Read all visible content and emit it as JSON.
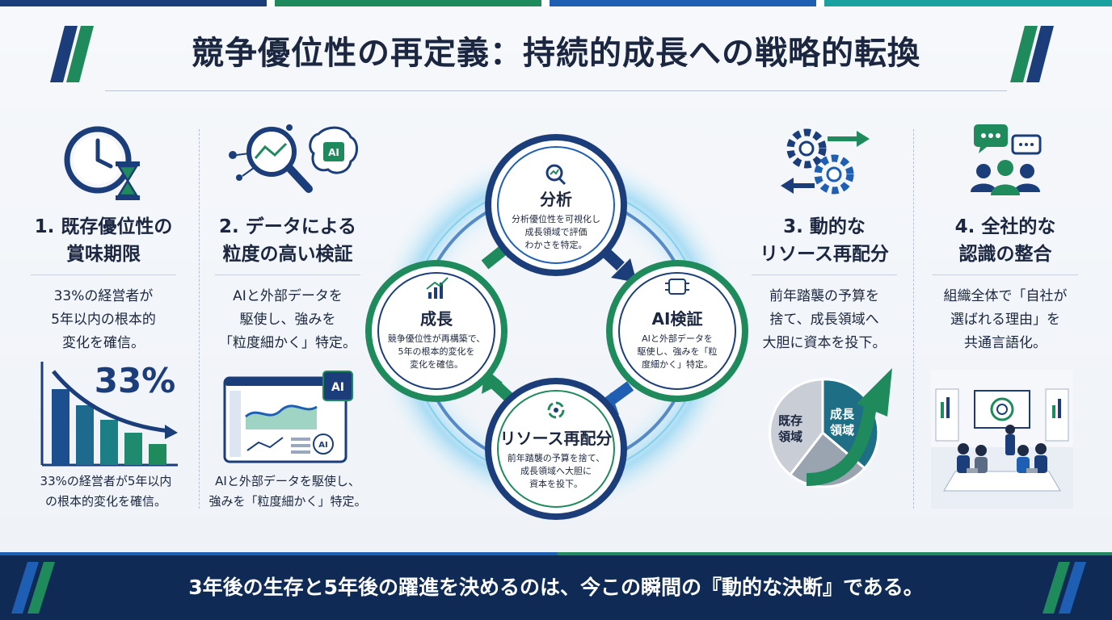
{
  "title": "競争優位性の再定義：持続的成長への戦略的転換",
  "colors": {
    "navy": "#1b3d7a",
    "blue": "#1f5fb3",
    "green": "#1f8a5c",
    "teal": "#1aa2a0",
    "footer": "#0f2a55"
  },
  "columns": [
    {
      "heading_line1": "1. 既存優位性の",
      "heading_line2": "賞味期限",
      "text_line1": "33%の経営者が",
      "text_line2": "5年以内の根本的",
      "text_line3": "変化を確信。",
      "stat": "33%",
      "caption_line1": "33%の経営者が5年以内",
      "caption_line2": "の根本的変化を確信。",
      "icon": "clock-hourglass-icon"
    },
    {
      "heading_line1": "2. データによる",
      "heading_line2": "粒度の高い検証",
      "text_line1": "AIと外部データを",
      "text_line2": "駆使し、強みを",
      "text_line3": "「粒度細かく」特定。",
      "badge": "AI",
      "caption_line1": "AIと外部データを駆使し、",
      "caption_line2": "強みを「粒度細かく」特定。",
      "icon": "magnifier-ai-brain-icon"
    },
    {
      "heading_line1": "3. 動的な",
      "heading_line2": "リソース再配分",
      "text_line1": "前年踏襲の予算を",
      "text_line2": "捨て、成長領域へ",
      "text_line3": "大胆に資本を投下。",
      "existing_label_line1": "既存",
      "existing_label_line2": "領域",
      "growth_label_line1": "成長",
      "growth_label_line2": "領域",
      "icon": "gears-arrows-icon"
    },
    {
      "heading_line1": "4. 全社的な",
      "heading_line2": "認識の整合",
      "text_line1": "組織全体で「自社が",
      "text_line2": "選ばれる理由」を",
      "text_line3": "共通言語化。",
      "icon": "team-chat-icon"
    }
  ],
  "cycle": {
    "analysis": {
      "title": "分析",
      "text_line1": "分析優位性を可視化し",
      "text_line2": "成長領域で評価",
      "text_line3": "わかさを特定。"
    },
    "ai_verify": {
      "title": "AI検証",
      "text_line1": "AIと外部データを",
      "text_line2": "駆使し、強みを「粒",
      "text_line3": "度細かく」特定。"
    },
    "reallocation": {
      "title": "リソース再配分",
      "text_line1": "前年踏襲の予算を捨て、",
      "text_line2": "成長領域へ大胆に",
      "text_line3": "資本を投下。"
    },
    "growth": {
      "title": "成長",
      "text_line1": "競争優位性が再構築で、",
      "text_line2": "5年の根本的変化を",
      "text_line3": "変化を確信。"
    }
  },
  "footer": "3年後の生存と5年後の躍進を決めるのは、今この瞬間の『動的な決断』である。"
}
